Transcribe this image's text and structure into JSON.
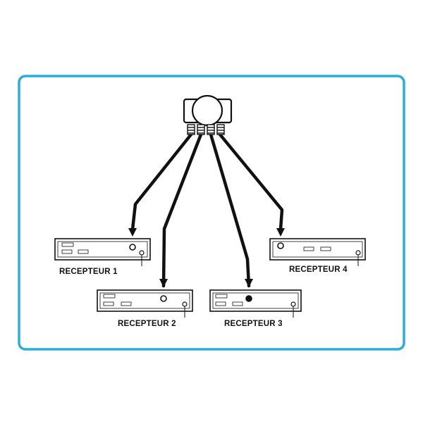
{
  "colors": {
    "frame": "#2aaed6",
    "ink": "#111111",
    "device_fill": "#ffffff"
  },
  "diagram": {
    "source": {
      "name": "multiswitch-lnb",
      "outputs": 4
    },
    "receivers": [
      {
        "label": "RECEPTEUR 1"
      },
      {
        "label": "RECEPTEUR 2"
      },
      {
        "label": "RECEPTEUR 3"
      },
      {
        "label": "RECEPTEUR 4"
      }
    ]
  }
}
